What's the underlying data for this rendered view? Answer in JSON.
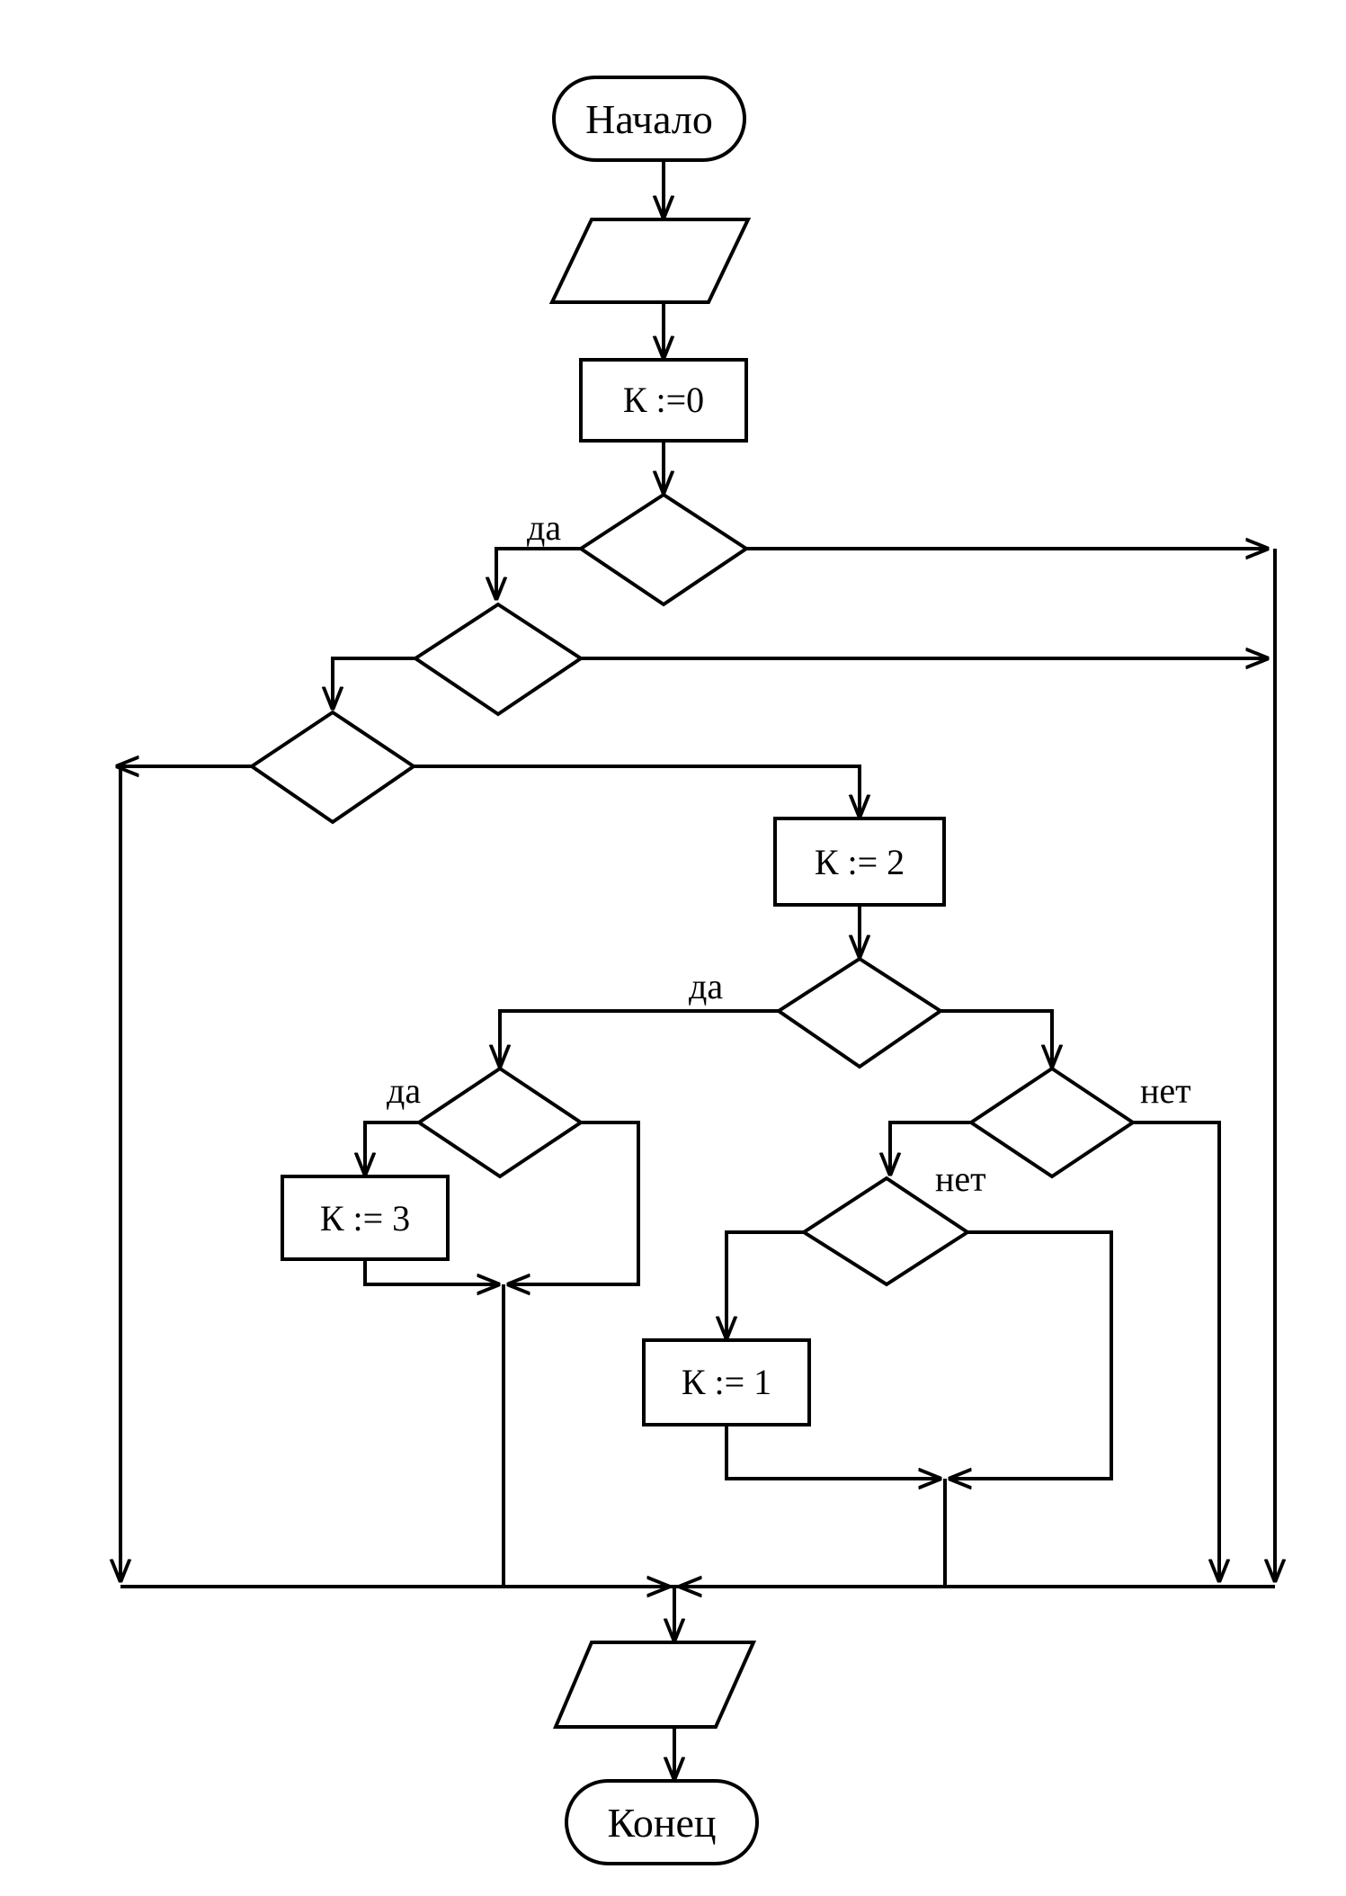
{
  "terminals": {
    "start": "Начало",
    "end": "Конец"
  },
  "process": {
    "k0": "К :=0",
    "k2": "К := 2",
    "k3": "К := 3",
    "k1": "К := 1"
  },
  "branch_labels": {
    "yes_1": "да",
    "yes_2": "да",
    "yes_3": "да",
    "no_1": "нет",
    "no_2": "нет"
  },
  "colors": {
    "stroke": "#000000",
    "background": "#ffffff"
  }
}
